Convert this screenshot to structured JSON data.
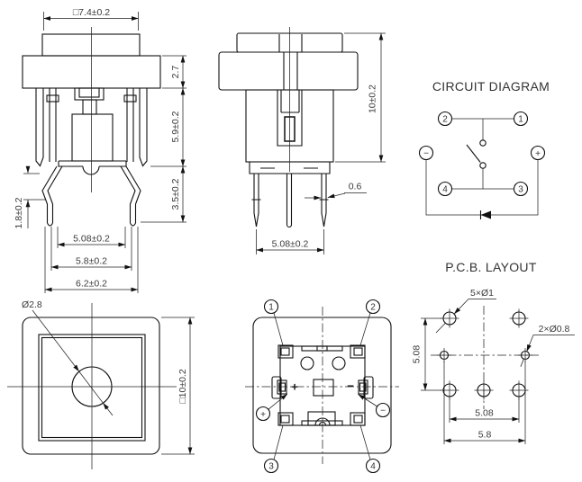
{
  "colors": {
    "line": "#111111",
    "text": "#3a3a3a",
    "background": "#ffffff"
  },
  "front_view": {
    "dim_cap_width": "□7.4±0.2",
    "dim_cap_height": "2.7",
    "dim_body_height": "5.9±0.2",
    "dim_leg_length": "3.5±0.2",
    "dim_bend_height": "1.8±0.2",
    "dim_pin_pitch": "5.08±0.2",
    "dim_tip_span": "5.8±0.2",
    "dim_overall_width": "6.2±0.2"
  },
  "side_view": {
    "dim_overall_height": "10±0.2",
    "dim_pin_width": "0.6",
    "dim_pin_pitch": "5.08±0.2"
  },
  "circuit_diagram": {
    "title": "CIRCUIT DIAGRAM",
    "terminal_1": "1",
    "terminal_2": "2",
    "terminal_3": "3",
    "terminal_4": "4",
    "plus": "+",
    "minus": "−"
  },
  "top_view": {
    "dim_hole_dia": "Ø2.8",
    "dim_overall": "□10±0.2"
  },
  "bottom_view": {
    "terminal_1": "1",
    "terminal_2": "2",
    "terminal_3": "3",
    "terminal_4": "4",
    "plus": "+",
    "minus": "−"
  },
  "pcb_layout": {
    "title": "P.C.B. LAYOUT",
    "callout_large_holes": "5×Ø1",
    "callout_small_holes": "2×Ø0.8",
    "dim_vertical_pitch": "5.08",
    "dim_horizontal_pitch": "5.08",
    "dim_horizontal_span": "5.8"
  }
}
